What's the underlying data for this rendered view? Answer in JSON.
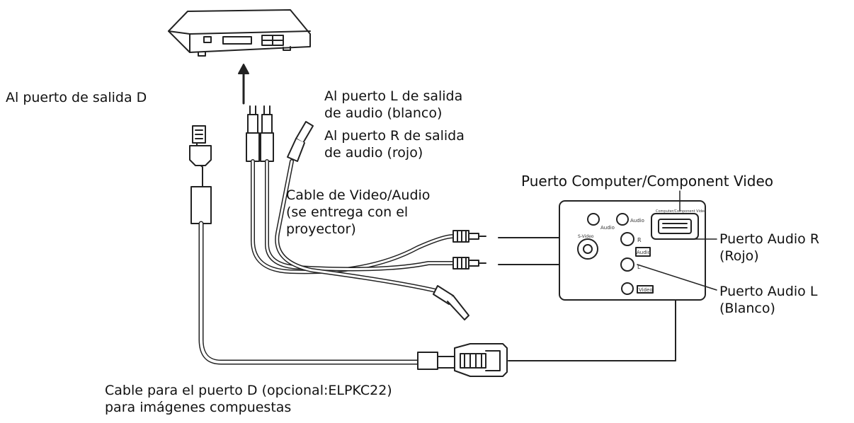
{
  "labels": {
    "d_out": "Al puerto de salida D",
    "audio_l_out": [
      "Al puerto L de salida",
      "de audio (blanco)"
    ],
    "audio_r_out": [
      "Al puerto R de salida",
      "de audio (rojo)"
    ],
    "av_cable": [
      "Cable de Video/Audio",
      "(se entrega con el",
      "proyector)"
    ],
    "computer_port": "Puerto Computer/Component Video",
    "audio_r_port": [
      "Puerto Audio R",
      "(Rojo)"
    ],
    "audio_l_port": [
      "Puerto Audio L",
      "(Blanco)"
    ],
    "d_cable": [
      "Cable para el puerto D (opcional:ELPKC22)",
      "para imágenes compuestas"
    ]
  },
  "projector_panel": {
    "audio": "Audio",
    "audio_in": "Audio",
    "r": "R",
    "l": "L",
    "video": "Video",
    "svideo": "S-Video",
    "computer": "Computer/Component Video"
  }
}
